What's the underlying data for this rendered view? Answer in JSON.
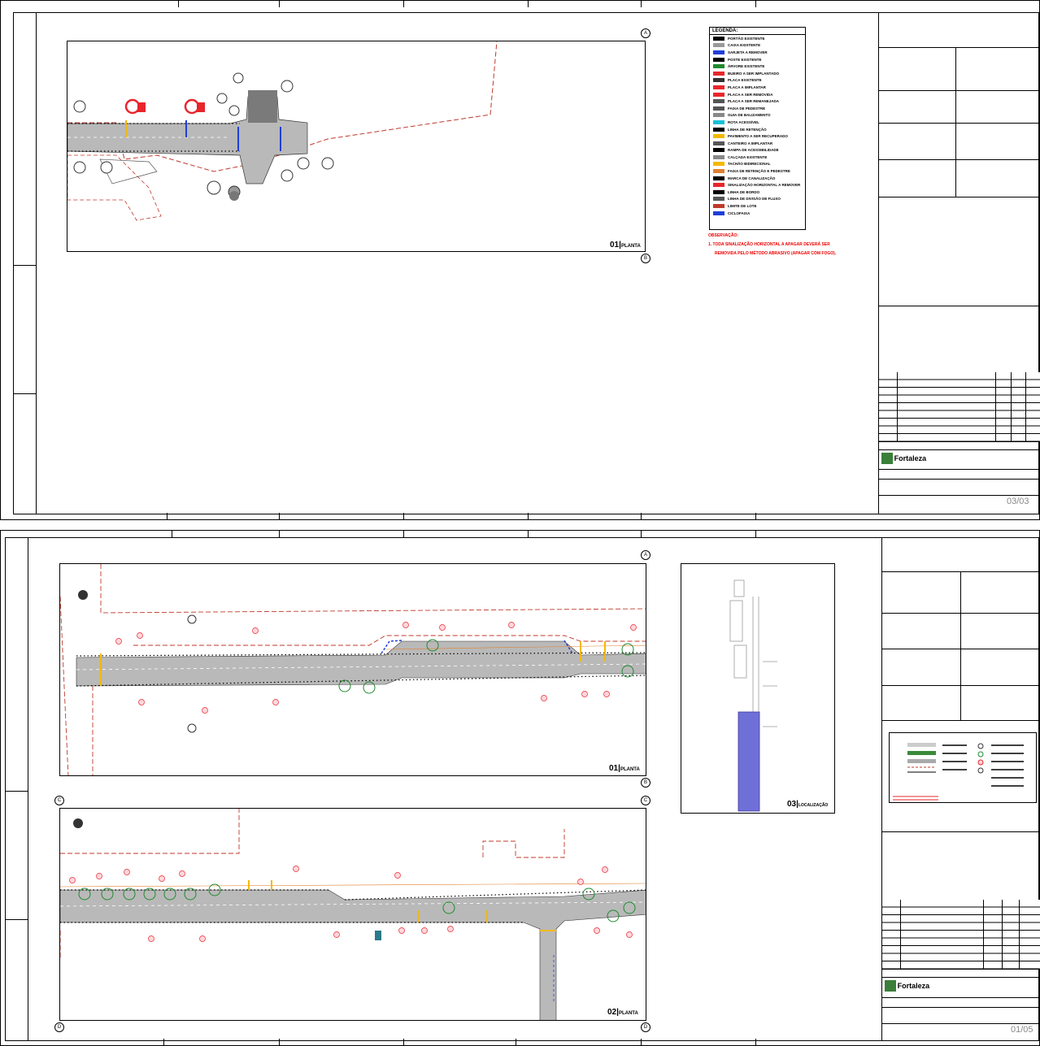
{
  "sheet1": {
    "viewport_label": "01",
    "viewport_sublabel": "PLANTA",
    "corner_marks": [
      "A",
      "B"
    ],
    "legend": {
      "title": "LEGENDA:",
      "items": [
        "PORTÃO EXISTENTE",
        "CAIXA EXISTENTE",
        "SARJETA A REMOVER",
        "POSTE EXISTENTE",
        "ÁRVORE EXISTENTE",
        "BUEIRO A SER IMPLANTADO",
        "PLACA EXISTENTE",
        "PLACA A IMPLANTAR",
        "PLACA A SER REMOVIDA",
        "PLACA A SER REMANEJADA",
        "FAIXA DE PEDESTRE",
        "GUIA DE BALIZAMENTO",
        "ROTA ACESSÍVEL",
        "LINHA DE RETENÇÃO",
        "PAVIMENTO A SER RECUPERADO",
        "CANTEIRO A IMPLANTAR",
        "RAMPA DE ACESSIBILIDADE",
        "CALÇADA EXISTENTE",
        "TACHÃO BIDIRECIONAL",
        "FAIXA DE RETENÇÃO E PEDESTRE",
        "MARCA DE CANALIZAÇÃO",
        "SINALIZAÇÃO HORIZONTAL A REMOVER",
        "LINHA DE BORDO",
        "LINHA DE DIVISÃO DE FLUXO",
        "LIMITE DE LOTE",
        "CICLOFAIXA"
      ]
    },
    "observation": {
      "heading": "OBSERVAÇÃO:",
      "line1": "1. TODA SINALIZAÇÃO HORIZONTAL A APAGAR DEVERÁ SER",
      "line2": "REMOVIDA PELO MÉTODO ABRASIVO (APAGAR COM FOGO)."
    },
    "title_block": {
      "logo_text": "Fortaleza",
      "sheet_number": "03/03"
    }
  },
  "sheet2": {
    "viewport1_label": "01",
    "viewport1_sublabel": "PLANTA",
    "viewport2_label": "02",
    "viewport2_sublabel": "PLANTA",
    "location_label": "03",
    "location_sublabel": "LOCALIZAÇÃO",
    "corner_marks": [
      "A",
      "B",
      "C",
      "D"
    ],
    "title_block": {
      "logo_text": "Fortaleza",
      "sheet_number": "01/05"
    }
  },
  "colors": {
    "road_fill": "#b9b9b9",
    "lot_line": "#c0392b",
    "marking_blue": "#1f3fd6",
    "marking_yellow": "#f5b800",
    "sign_red": "#e8262c",
    "tree_green": "#1e8a2e",
    "location_fill": "#6f6fd8"
  }
}
